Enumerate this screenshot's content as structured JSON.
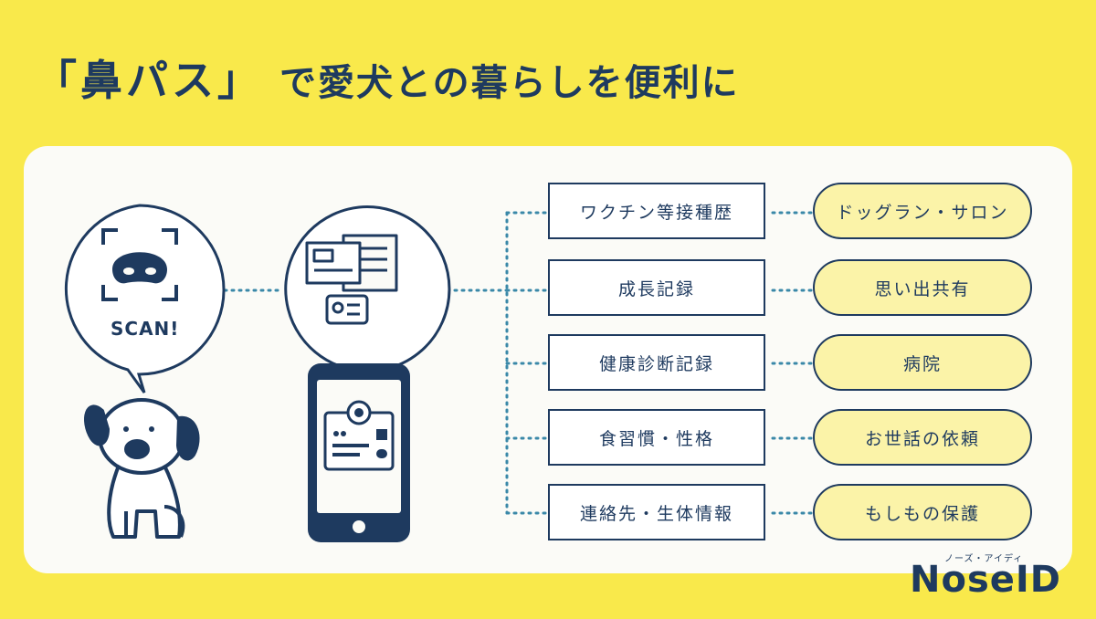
{
  "title": {
    "brand": "「鼻パス」",
    "rest": "で愛犬との暮らしを便利に"
  },
  "scan_label": "SCAN!",
  "records": [
    "ワクチン等接種歴",
    "成長記録",
    "健康診断記録",
    "食習慣・性格",
    "連絡先・生体情報"
  ],
  "uses": [
    "ドッグラン・サロン",
    "思い出共有",
    "病院",
    "お世話の依頼",
    "もしもの保護"
  ],
  "logo": {
    "text": "NoseID",
    "reading": "ノーズ・アイディ"
  },
  "colors": {
    "background": "#f9e94b",
    "navy": "#1e3a5f",
    "pill": "#fbf3a8",
    "dots": "#3a88a8"
  }
}
